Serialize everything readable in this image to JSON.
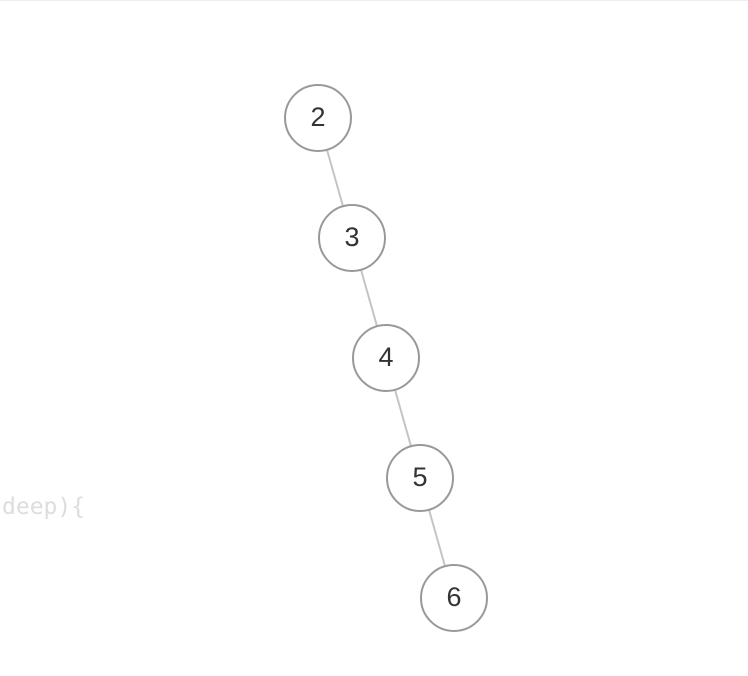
{
  "code_fragment": "deep){",
  "tree": {
    "nodes": [
      {
        "id": "n2",
        "label": "2"
      },
      {
        "id": "n3",
        "label": "3"
      },
      {
        "id": "n4",
        "label": "4"
      },
      {
        "id": "n5",
        "label": "5"
      },
      {
        "id": "n6",
        "label": "6"
      }
    ],
    "edges": [
      {
        "from": "n2",
        "to": "n3"
      },
      {
        "from": "n3",
        "to": "n4"
      },
      {
        "from": "n4",
        "to": "n5"
      },
      {
        "from": "n5",
        "to": "n6"
      }
    ]
  },
  "colors": {
    "node_stroke": "#999999",
    "edge": "#c4c4c4",
    "label": "#333333",
    "code_text": "#dddddd"
  }
}
